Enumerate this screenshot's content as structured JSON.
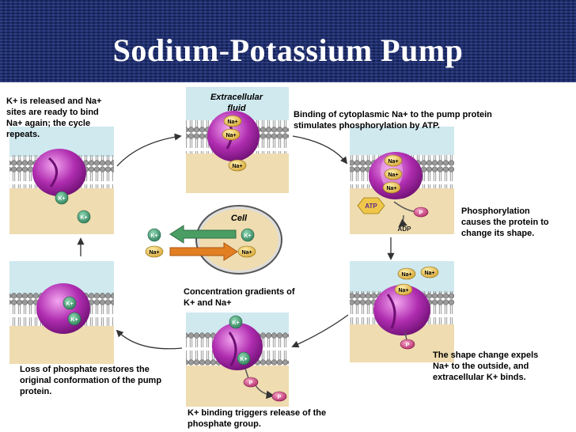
{
  "title": "Sodium-Potassium Pump",
  "colors": {
    "banner": "#1b2d78",
    "extracellular": "#cfe9ef",
    "cytoplasm": "#efdcb0",
    "protein": "#b02db0",
    "potassium": "#3a9b6f",
    "sodium": "#e9c46a",
    "atp": "#f0c64a",
    "phosphate": "#d44a86",
    "k_arrow": "#4a9d63",
    "na_arrow": "#e27f22"
  },
  "labels": {
    "extracellular_fluid": "Extracellular fluid",
    "cell": "Cell",
    "atp": "ATP",
    "adp": "ADP",
    "p": "P",
    "na": "Na+",
    "k": "K+",
    "step1_binding": "Binding of cytoplasmic Na+ to the pump protein stimulates phosphorylation by ATP.",
    "step2_phosphorylation": "Phosphorylation causes the protein to change its shape.",
    "step3_shape_change": "The shape change expels Na+ to the outside, and extracellular K+ binds.",
    "step4_k_binding": "K+ binding triggers release of the phosphate group.",
    "step5_loss_phosphate": "Loss of phosphate restores the original conformation of the pump protein.",
    "step6_release": "K+ is released and Na+ sites are ready to bind Na+ again; the cycle repeats.",
    "gradients": "Concentration gradients of K+ and Na+"
  }
}
